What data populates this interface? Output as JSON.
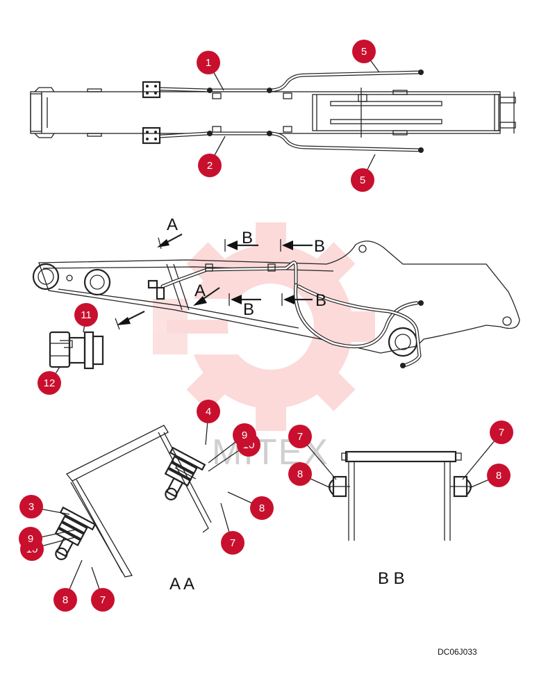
{
  "diagram": {
    "drawing_code": "DC06J033",
    "watermark": "MITEX",
    "section_labels": {
      "aa": "A A",
      "bb": "B B"
    },
    "view_arrows": {
      "a": "A",
      "b": "B"
    },
    "callouts": [
      "1",
      "2",
      "3",
      "4",
      "5",
      "7",
      "8",
      "9",
      "10",
      "11",
      "12"
    ],
    "colors": {
      "callout": "#c8102e",
      "line": "#222222",
      "watermark": "#f08080"
    }
  }
}
